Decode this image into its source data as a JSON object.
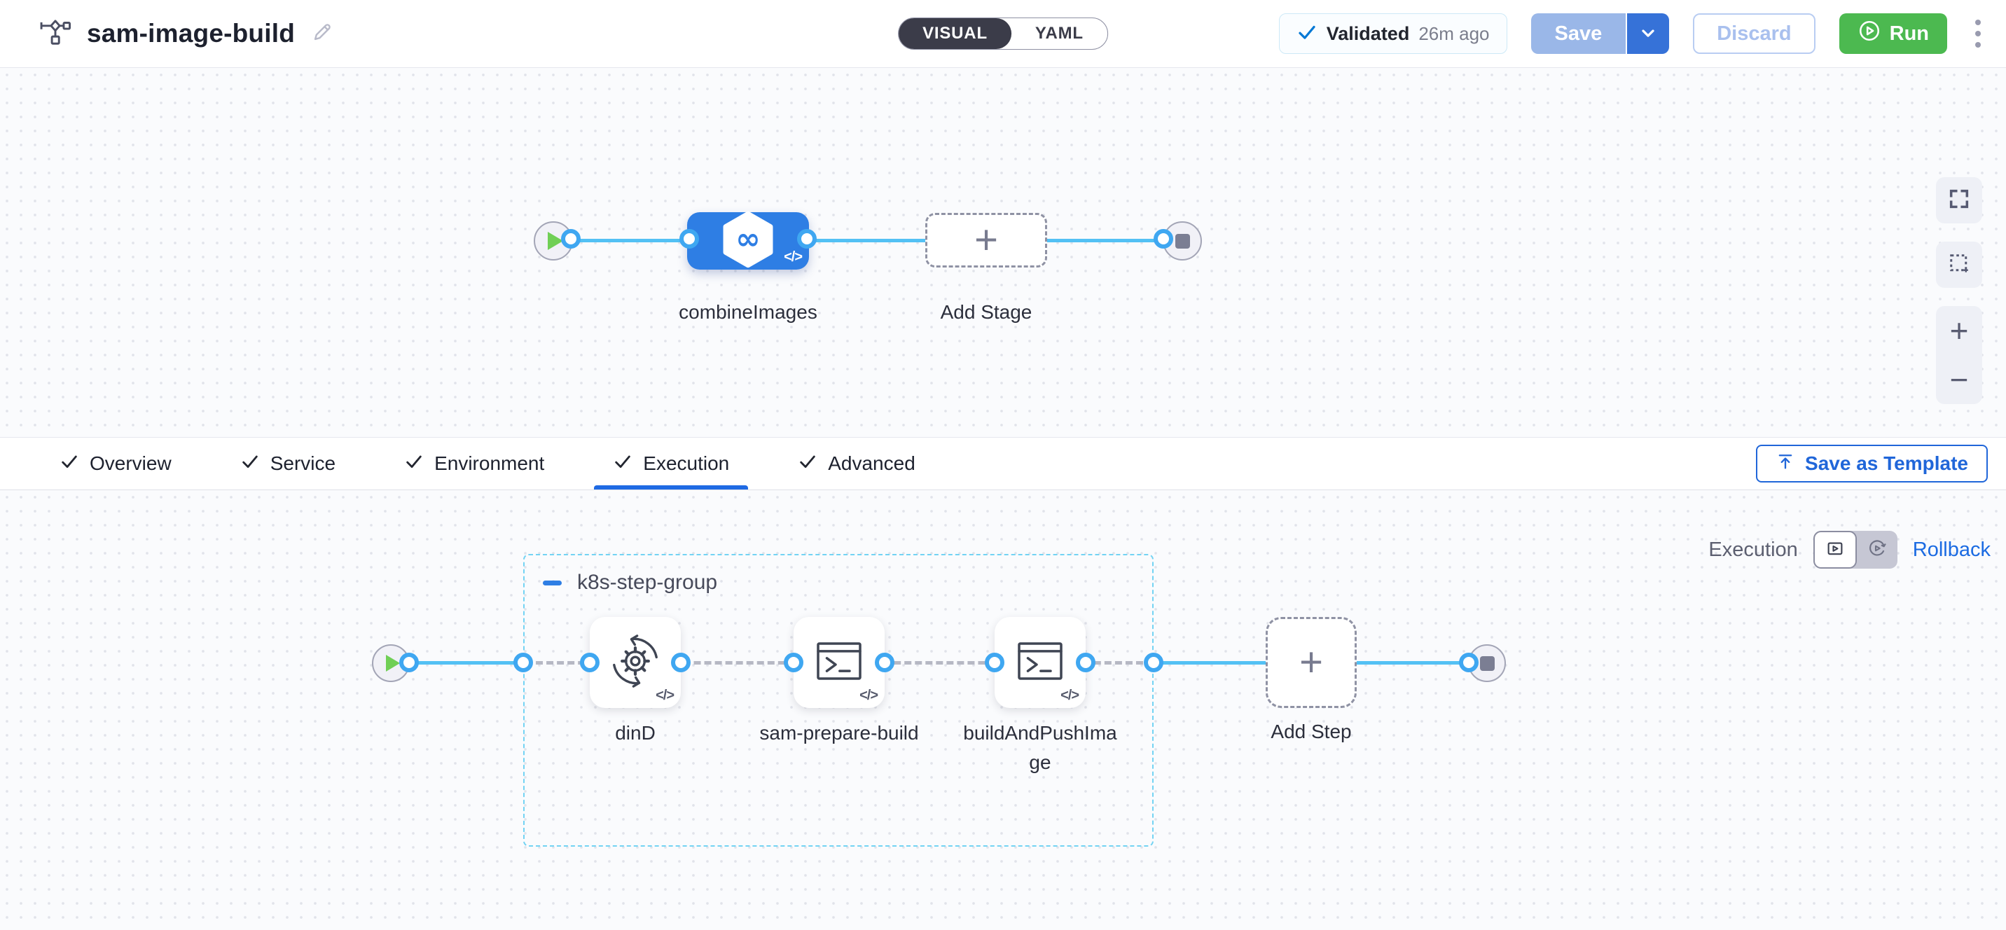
{
  "header": {
    "title": "sam-image-build",
    "view_toggle": {
      "visual": "VISUAL",
      "yaml": "YAML",
      "selected": "VISUAL"
    },
    "validated": {
      "label": "Validated",
      "time": "26m ago"
    },
    "save_label": "Save",
    "discard_label": "Discard",
    "run_label": "Run"
  },
  "stage_canvas": {
    "stage_name": "combineImages",
    "add_stage_label": "Add Stage",
    "code_badge": "</>",
    "stage_icon": "chained-pipeline-hexagon-infinity-icon"
  },
  "tabs": {
    "items": [
      {
        "label": "Overview",
        "checked": true
      },
      {
        "label": "Service",
        "checked": true
      },
      {
        "label": "Environment",
        "checked": true
      },
      {
        "label": "Execution",
        "checked": true
      },
      {
        "label": "Advanced",
        "checked": true
      }
    ],
    "active": "Execution",
    "save_as_template_label": "Save as Template"
  },
  "execution_canvas": {
    "mode": {
      "execution_label": "Execution",
      "rollback_label": "Rollback"
    },
    "group": {
      "name": "k8s-step-group",
      "steps": [
        {
          "name": "dinD",
          "icon": "sync-gear-icon",
          "code_badge": "</>"
        },
        {
          "name": "sam-prepare-build",
          "icon": "terminal-icon",
          "code_badge": "</>"
        },
        {
          "name": "buildAndPushImage",
          "icon": "terminal-icon",
          "code_badge": "</>"
        }
      ]
    },
    "add_step_label": "Add Step"
  },
  "glyphs": {
    "plus": "+",
    "minus": "−",
    "infinity": "∞"
  },
  "colors": {
    "primary_blue": "#2e7ee4",
    "link_blue": "#1b6be2",
    "connector_blue": "#53c1f4",
    "port_ring_blue": "#3fa7f1",
    "run_green": "#4cb950",
    "start_play_green": "#70cf55",
    "save_disabled_blue": "#9ab7e8",
    "save_caret_blue": "#3672d8",
    "group_border_cyan": "#73d3f3",
    "validated_check_blue": "#0278d5",
    "canvas_bg": "#fafbfd"
  }
}
